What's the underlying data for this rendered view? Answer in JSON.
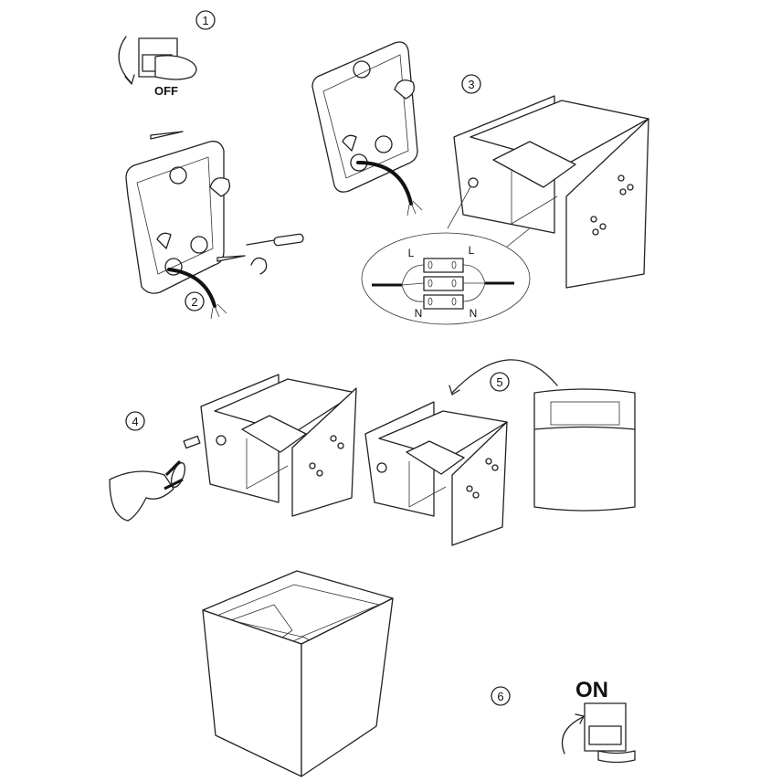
{
  "steps": {
    "s1": "1",
    "s2": "2",
    "s3": "3",
    "s4": "4",
    "s5": "5",
    "s6": "6"
  },
  "switch_off_label": "OFF",
  "switch_on_label": "ON",
  "terminal_labels": {
    "live_left": "L",
    "live_right": "L",
    "neutral_left": "N",
    "neutral_right": "N"
  }
}
